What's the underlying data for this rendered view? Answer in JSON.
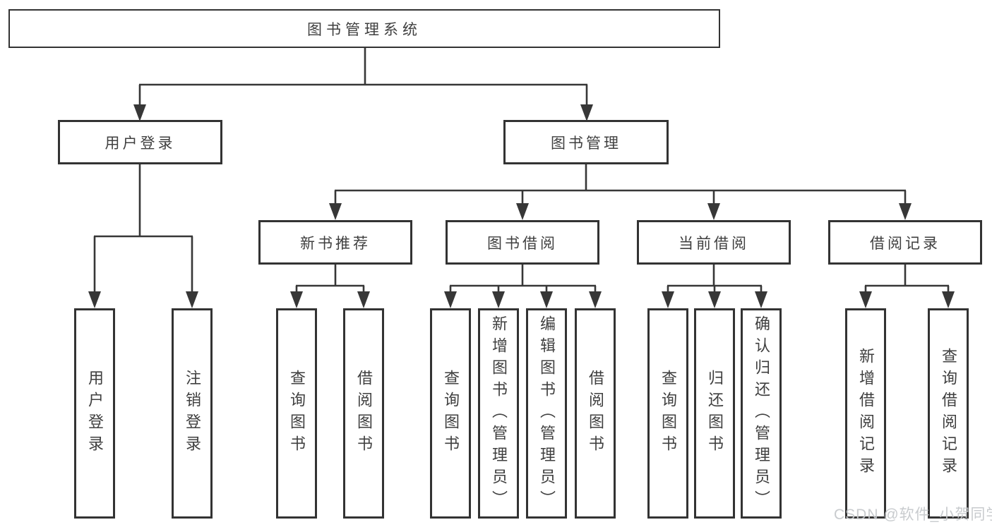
{
  "diagram": {
    "root": {
      "label": "图书管理系统"
    },
    "branches": [
      {
        "label": "用户登录",
        "children": [
          {
            "label": "用户登录"
          },
          {
            "label": "注销登录"
          }
        ]
      },
      {
        "label": "图书管理",
        "children": [
          {
            "label": "新书推荐",
            "children": [
              {
                "label": "查询图书"
              },
              {
                "label": "借阅图书"
              }
            ]
          },
          {
            "label": "图书借阅",
            "children": [
              {
                "label": "查询图书"
              },
              {
                "label": "新增图书（管理员）"
              },
              {
                "label": "编辑图书（管理员）"
              },
              {
                "label": "借阅图书"
              }
            ]
          },
          {
            "label": "当前借阅",
            "children": [
              {
                "label": "查询图书"
              },
              {
                "label": "归还图书"
              },
              {
                "label": "确认归还（管理员）"
              }
            ]
          },
          {
            "label": "借阅记录",
            "children": [
              {
                "label": "新增借阅记录"
              },
              {
                "label": "查询借阅记录"
              }
            ]
          }
        ]
      }
    ]
  },
  "watermark": {
    "text": "CSDN @软件_小贺同学"
  },
  "colors": {
    "line": "#373737",
    "border": "#333333",
    "text": "#3f3f3f",
    "watermark": "#c6c9cc",
    "background": "#ffffff"
  }
}
